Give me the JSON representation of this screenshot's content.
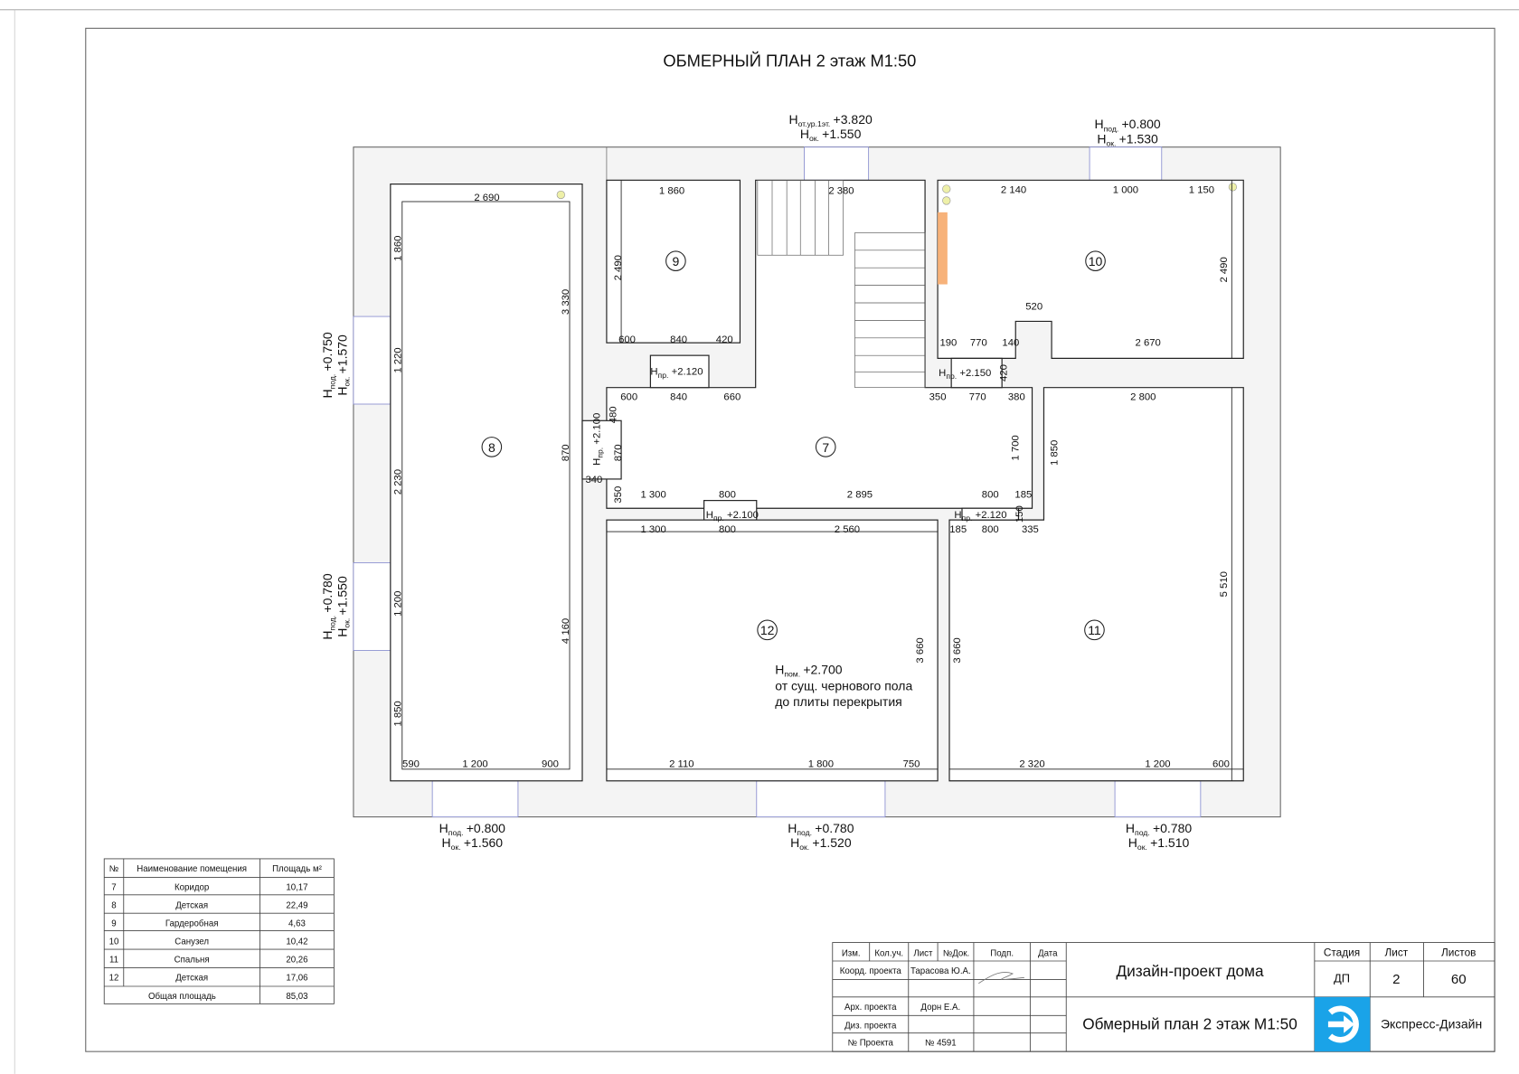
{
  "title": "ОБМЕРНЫЙ ПЛАН 2 этаж М1:50",
  "rooms": [
    {
      "no": "7"
    },
    {
      "no": "8"
    },
    {
      "no": "9"
    },
    {
      "no": "10"
    },
    {
      "no": "11"
    },
    {
      "no": "12"
    }
  ],
  "dims": [
    "2 690",
    "1 860",
    "1 220",
    "2 230",
    "1 200",
    "1 850",
    "3 330",
    "870",
    "4 160",
    "590",
    "1 200",
    "900",
    "1 860",
    "2 490",
    "600",
    "840",
    "420",
    "600",
    "840",
    "660",
    "480",
    "870",
    "340",
    "350",
    "2 380",
    "2 140",
    "1 000",
    "1 150",
    "2 490",
    "520",
    "190",
    "770",
    "140",
    "2 670",
    "420",
    "350",
    "770",
    "380",
    "2 800",
    "1 700",
    "1 850",
    "1 300",
    "800",
    "2 895",
    "800",
    "185",
    "150",
    "1 300",
    "800",
    "2 560",
    "185",
    "800",
    "335",
    "3 660",
    "2 110",
    "1 800",
    "750",
    "3 660",
    "5 510",
    "2 320",
    "1 200",
    "600"
  ],
  "openings": [
    {
      "sym": "Н",
      "sub": "пр.",
      "value": "+2.120"
    },
    {
      "sym": "Н",
      "sub": "пр.",
      "value": "+2.100"
    },
    {
      "sym": "Н",
      "sub": "пр.",
      "value": "+2.150"
    },
    {
      "sym": "Н",
      "sub": "пр.",
      "value": "+2.100"
    },
    {
      "sym": "Н",
      "sub": "пр.",
      "value": "+2.120"
    }
  ],
  "windows": {
    "top_stair": [
      {
        "sym": "Н",
        "sub": "от.ур.1эт.",
        "value": "+3.820"
      },
      {
        "sym": "Н",
        "sub": "ок.",
        "value": "+1.550"
      }
    ],
    "top_right": [
      {
        "sym": "Н",
        "sub": "под.",
        "value": "+0.800"
      },
      {
        "sym": "Н",
        "sub": "ок.",
        "value": "+1.530"
      }
    ],
    "left_upper": [
      {
        "sym": "Н",
        "sub": "под.",
        "value": "+0.750"
      },
      {
        "sym": "Н",
        "sub": "ок.",
        "value": "+1.570"
      }
    ],
    "left_lower": [
      {
        "sym": "Н",
        "sub": "под.",
        "value": "+0.780"
      },
      {
        "sym": "Н",
        "sub": "ок.",
        "value": "+1.550"
      }
    ],
    "bottom_left": [
      {
        "sym": "Н",
        "sub": "под.",
        "value": "+0.800"
      },
      {
        "sym": "Н",
        "sub": "ок.",
        "value": "+1.560"
      }
    ],
    "bottom_mid": [
      {
        "sym": "Н",
        "sub": "под.",
        "value": "+0.780"
      },
      {
        "sym": "Н",
        "sub": "ок.",
        "value": "+1.520"
      }
    ],
    "bottom_right": [
      {
        "sym": "Н",
        "sub": "под.",
        "value": "+0.780"
      },
      {
        "sym": "Н",
        "sub": "ок.",
        "value": "+1.510"
      }
    ]
  },
  "note": {
    "sym": "Н",
    "sub": "пом.",
    "value": "+2.700",
    "line2": "от сущ. чернового пола",
    "line3": "до плиты перекрытия"
  },
  "room_table": {
    "headers": [
      "№",
      "Наименование помещения",
      "Площадь м²"
    ],
    "rows": [
      {
        "no": "7",
        "name": "Коридор",
        "area": "10,17"
      },
      {
        "no": "8",
        "name": "Детская",
        "area": "22,49"
      },
      {
        "no": "9",
        "name": "Гардеробная",
        "area": "4,63"
      },
      {
        "no": "10",
        "name": "Санузел",
        "area": "10,42"
      },
      {
        "no": "11",
        "name": "Спальня",
        "area": "20,26"
      },
      {
        "no": "12",
        "name": "Детская",
        "area": "17,06"
      }
    ],
    "total_label": "Общая площадь",
    "total_area": "85,03"
  },
  "title_block": {
    "headers": [
      "Изм.",
      "Кол.уч.",
      "Лист",
      "№Док.",
      "Подп.",
      "Дата"
    ],
    "coord_label": "Коорд. проекта",
    "coord_name": "Тарасова Ю.А.",
    "arch_label": "Арх. проекта",
    "arch_name": "Дорн Е.А.",
    "design_label": "Диз. проекта",
    "project_no_label": "№ Проекта",
    "project_no": "№ 4591",
    "project_title": "Дизайн-проект дома",
    "sheet_title": "Обмерный план 2 этаж М1:50",
    "stage_label": "Стадия",
    "sheet_label": "Лист",
    "sheets_label": "Листов",
    "stage": "ДП",
    "sheet": "2",
    "sheets": "60",
    "company": "Экспресс-Дизайн",
    "logo_color": "#1aa3e8"
  }
}
